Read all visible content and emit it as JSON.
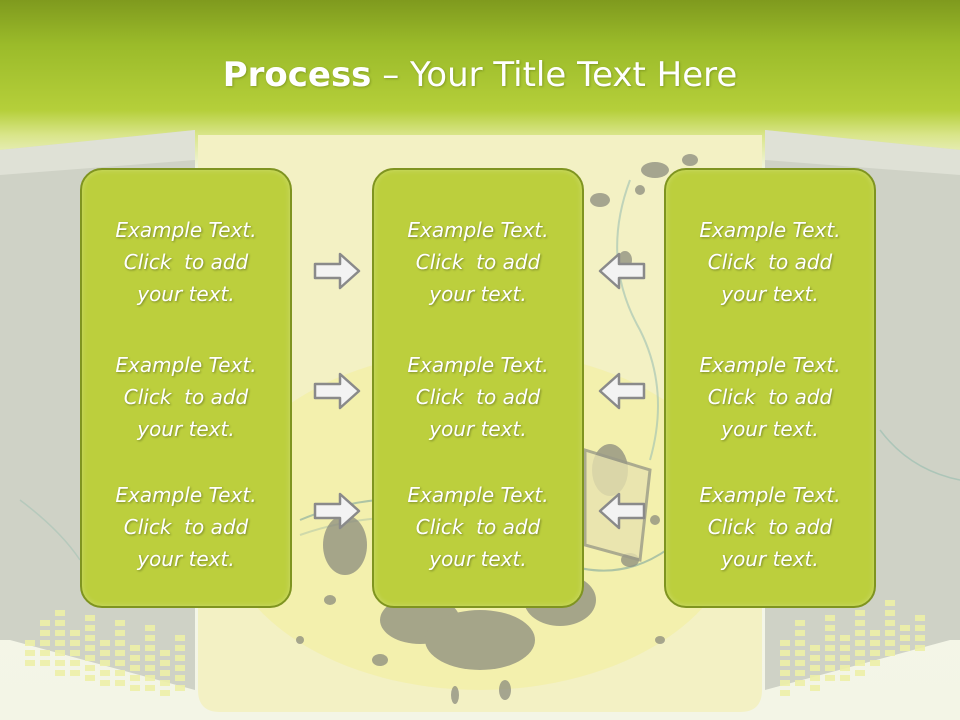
{
  "title": {
    "bold": "Process",
    "rest": " – Your Title Text Here"
  },
  "columns": [
    {
      "items": [
        {
          "l1": "Example Text.",
          "l2": "Click  to add",
          "l3": "your text."
        },
        {
          "l1": "Example Text.",
          "l2": "Click  to add",
          "l3": "your text."
        },
        {
          "l1": "Example Text.",
          "l2": "Click  to add",
          "l3": "your text."
        }
      ]
    },
    {
      "items": [
        {
          "l1": "Example Text.",
          "l2": "Click  to add",
          "l3": "your text."
        },
        {
          "l1": "Example Text.",
          "l2": "Click  to add",
          "l3": "your text."
        },
        {
          "l1": "Example Text.",
          "l2": "Click  to add",
          "l3": "your text."
        }
      ]
    },
    {
      "items": [
        {
          "l1": "Example Text.",
          "l2": "Click  to add",
          "l3": "your text."
        },
        {
          "l1": "Example Text.",
          "l2": "Click  to add",
          "l3": "your text."
        },
        {
          "l1": "Example Text.",
          "l2": "Click  to add",
          "l3": "your text."
        }
      ]
    }
  ],
  "colors": {
    "box_fill": "#bccf3d",
    "box_border": "#7f9420",
    "header_green": "#9bbb2a",
    "arrow_fill": "#f3f3f3",
    "arrow_stroke": "#8a8a8a"
  },
  "icons": {
    "left_arrows": "right-arrow-icon",
    "right_arrows": "left-arrow-icon"
  }
}
